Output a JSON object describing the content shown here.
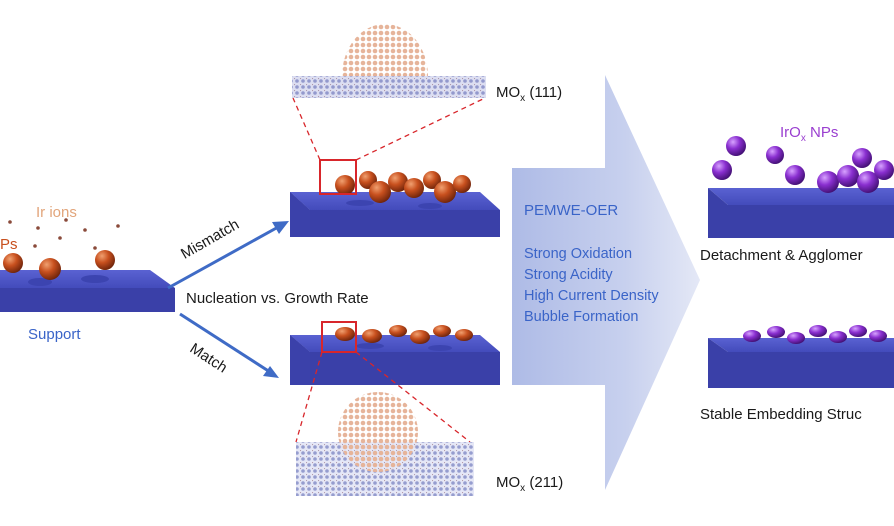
{
  "colors": {
    "substrate_top": "#4d55c8",
    "substrate_side": "#3a40a8",
    "np_orange": "#c8501e",
    "np_purple": "#8a2fd0",
    "arrow_blue": "#3f6bc6",
    "big_arrow": "#b7c3e7",
    "zoom_red": "#d8262b",
    "text_blue": "#3a64c8",
    "text_purple": "#9a3fd0"
  },
  "left": {
    "ir_ions": "Ir ions",
    "nps_partial": "Ps",
    "support": "Support"
  },
  "paths": {
    "mismatch": "Mismatch",
    "match": "Match",
    "center_label": "Nucleation vs. Growth Rate"
  },
  "facets": {
    "top": {
      "prefix": "MO",
      "sub": "x",
      "suffix": " (111)"
    },
    "bottom": {
      "prefix": "MO",
      "sub": "x",
      "suffix": " (211)"
    }
  },
  "process": {
    "title": "PEMWE-OER",
    "conditions": [
      "Strong Oxidation",
      "Strong Acidity",
      "High Current Density",
      "Bubble Formation"
    ]
  },
  "outcomes": {
    "irox": {
      "prefix": "IrO",
      "sub": "x",
      "suffix": " NPs"
    },
    "top": "Detachment & Agglomer",
    "bottom": "Stable Embedding Struc"
  }
}
